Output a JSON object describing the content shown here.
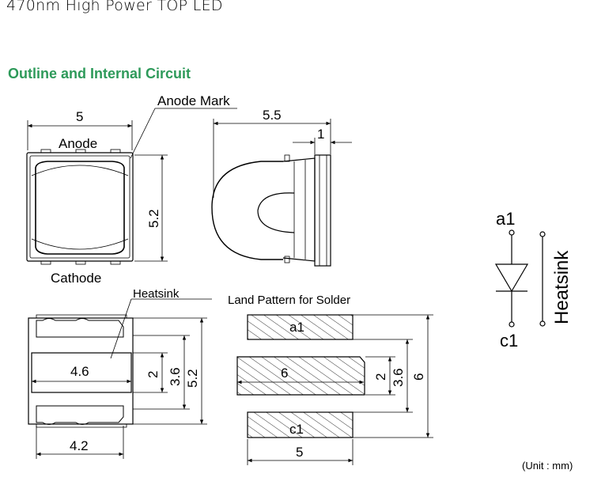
{
  "header": {
    "product_title": "470nm High Power TOP LED",
    "section_title": "Outline and Internal Circuit"
  },
  "colors": {
    "section_title": "#2e9a5a",
    "line": "#000000"
  },
  "top_view": {
    "anode_mark_label": "Anode Mark",
    "anode_label": "Anode",
    "cathode_label": "Cathode",
    "width_dim": "5",
    "height_dim": "5.2"
  },
  "side_view": {
    "total_dim": "5.5",
    "lip_dim": "1"
  },
  "bottom_view": {
    "heatsink_label": "Heatsink",
    "pad_width_dim": "4.6",
    "pad_height_dim": "2",
    "inner_height_dim": "3.6",
    "outer_height_dim": "5.2",
    "bottom_width_dim": "4.2"
  },
  "land_pattern": {
    "title": "Land Pattern for Solder",
    "pad_a1": "a1",
    "pad_center": "6",
    "pad_c1": "c1",
    "width_dim": "5",
    "dim_2": "2",
    "dim_3_6": "3.6",
    "dim_6": "6"
  },
  "circuit": {
    "anode_label": "a1",
    "cathode_label": "c1",
    "heatsink_label": "Heatsink"
  },
  "footer": {
    "unit_note": "(Unit : mm)"
  }
}
